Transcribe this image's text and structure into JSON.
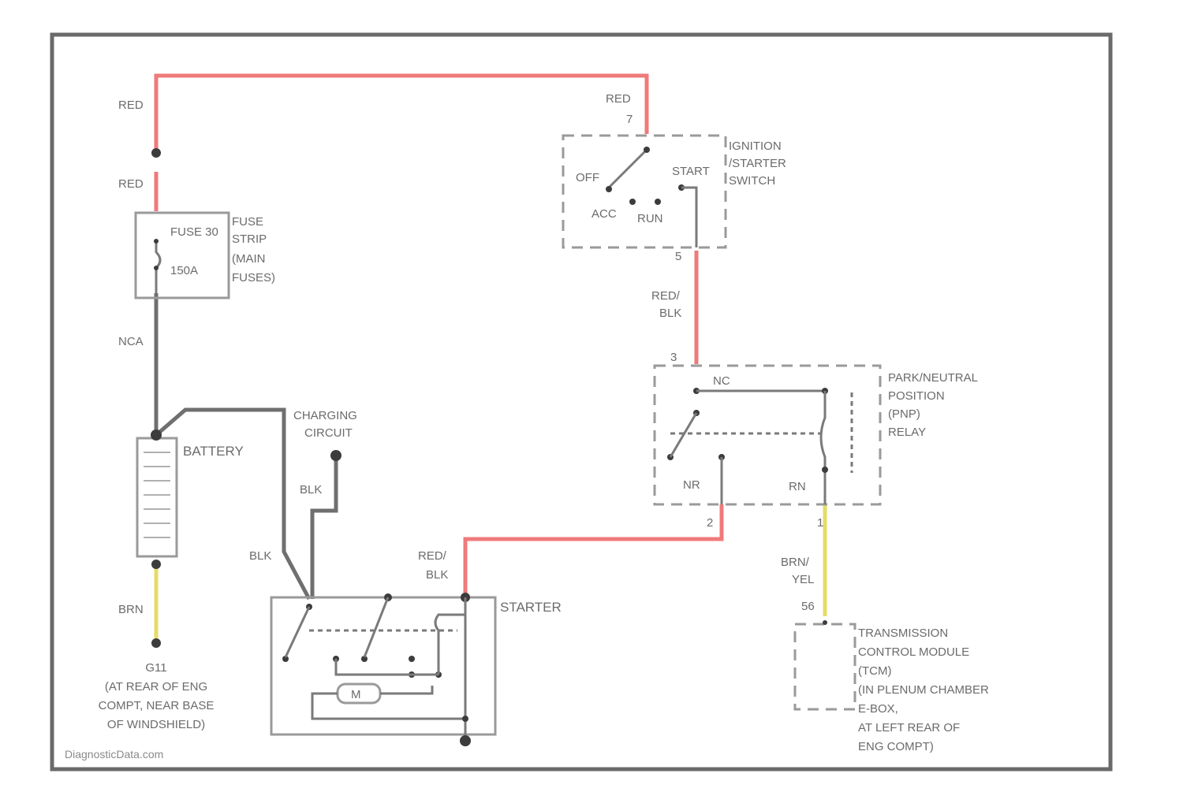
{
  "watermark": "DiagnosticData.com",
  "wires": {
    "red_top_left": "RED",
    "red_top_left_lower": "RED",
    "red_switch_in": "RED",
    "nca": "NCA",
    "red_blk_upper_line1": "RED/",
    "red_blk_upper_line2": "BLK",
    "blk_charging": "BLK",
    "blk_starter": "BLK",
    "red_blk_lower_line1": "RED/",
    "red_blk_lower_line2": "BLK",
    "brn_ground": "BRN",
    "brn_yel_line1": "BRN/",
    "brn_yel_line2": "YEL"
  },
  "pins": {
    "switch_top": "7",
    "switch_bottom": "5",
    "relay_top": "3",
    "relay_bottom_left": "2",
    "relay_bottom_right": "1",
    "tcm_pin": "56"
  },
  "components": {
    "fuse": {
      "name": "FUSE 30",
      "rating": "150A",
      "label_lines": [
        "FUSE",
        "STRIP",
        "(MAIN",
        "FUSES)"
      ]
    },
    "ignition_switch": {
      "label_lines": [
        "IGNITION",
        "/STARTER",
        "SWITCH"
      ],
      "positions": {
        "off": "OFF",
        "start": "START",
        "acc": "ACC",
        "run": "RUN"
      }
    },
    "battery": {
      "label": "BATTERY"
    },
    "charging_circuit": {
      "label_lines": [
        "CHARGING",
        "CIRCUIT"
      ]
    },
    "pnp_relay": {
      "label_lines": [
        "PARK/NEUTRAL",
        "POSITION",
        "(PNP)",
        "RELAY"
      ],
      "contacts": {
        "nc": "NC",
        "nr": "NR",
        "rn": "RN"
      }
    },
    "starter": {
      "label": "STARTER",
      "motor": "M"
    },
    "tcm": {
      "label_lines": [
        "TRANSMISSION",
        "CONTROL MODULE",
        "(TCM)",
        "(IN PLENUM CHAMBER",
        "E-BOX,",
        "AT LEFT REAR OF",
        "ENG COMPT)"
      ]
    },
    "ground": {
      "id": "G11",
      "label_lines": [
        "(AT REAR OF ENG",
        "COMPT, NEAR BASE",
        "OF WINDSHIELD)"
      ]
    }
  },
  "colors": {
    "red_wire": "#f07a7a",
    "gray_wire": "#6f6f6f",
    "yellow_wire": "#e6dc66",
    "frame": "#6a6a6a"
  }
}
